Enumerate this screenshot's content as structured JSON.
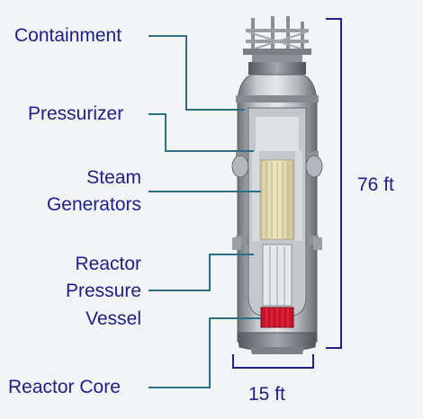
{
  "labels": {
    "containment": "Containment",
    "pressurizer": "Pressurizer",
    "steam_generators": [
      "Steam",
      "Generators"
    ],
    "reactor_pressure_vessel": [
      "Reactor",
      "Pressure",
      "Vessel"
    ],
    "reactor_core": "Reactor Core"
  },
  "dimensions": {
    "height": "76 ft",
    "width": "15 ft"
  },
  "colors": {
    "label_text": "#1d1f8a",
    "leader_line": "#2a6f86",
    "dimension_line": "#1d1f8a",
    "core": "#c8122a",
    "vessel_steel": "#9ea2a8"
  }
}
